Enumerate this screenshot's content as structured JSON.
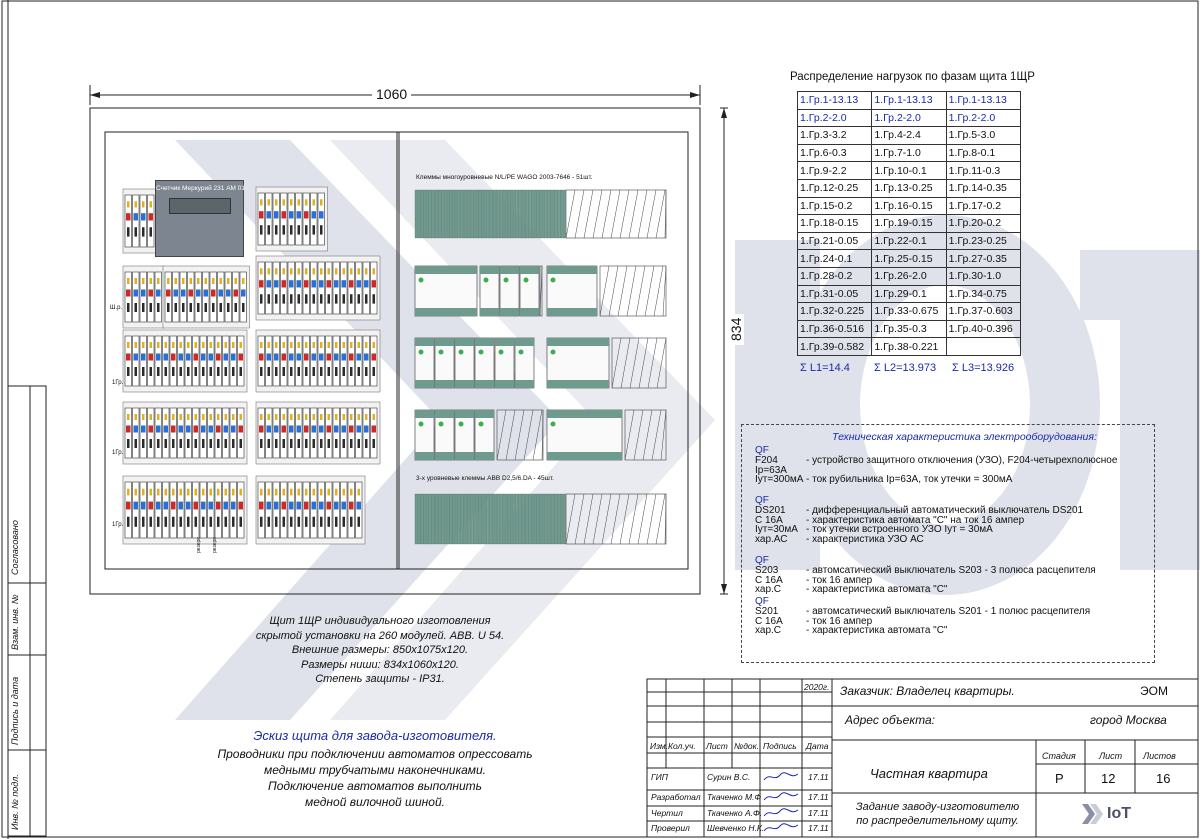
{
  "watermark_logo": "IoT",
  "dimensions": {
    "width_label": "1060",
    "height_label": "834"
  },
  "panel": {
    "meter_label": "Счетчик Меркурий 231 АМ 01",
    "terminal_top_label": "Клеммы многоуровневые N/L/PE WAGO 2003-7646 - 51шт.",
    "terminal_bottom_label": "3-х уровневые клеммы ABB D2,5/6.DA - 45шт.",
    "row_labels": [
      "Ш.р.",
      "1Гр.",
      "1Гр.",
      "1Гр."
    ],
    "reserve_label": "резерв"
  },
  "panel_description": [
    "Щит 1ЩР индивидуального изготовления",
    "скрытой установки на 260 модулей. ABB. U 54.",
    "Внешние размеры: 850х1075х120.",
    "Размеры ниши: 834х1060х120.",
    "Степень защиты - IP31."
  ],
  "note": {
    "title": "Эскиз щита для завода-изготовителя.",
    "lines": [
      "Проводники при подключении автоматов опрессовать",
      "медными трубчатыми наконечниками.",
      "Подключение автоматов выполнить",
      "медной вилочной шиной."
    ]
  },
  "load_table": {
    "title": "Распределение нагрузок по фазам щита 1ЩР",
    "rows": [
      [
        "1.Гр.1-13.13",
        "1.Гр.1-13.13",
        "1.Гр.1-13.13"
      ],
      [
        "1.Гр.2-2.0",
        "1.Гр.2-2.0",
        "1.Гр.2-2.0"
      ],
      [
        "1.Гр.3-3.2",
        "1.Гр.4-2.4",
        "1.Гр.5-3.0"
      ],
      [
        "1.Гр.6-0.3",
        "1.Гр.7-1.0",
        "1.Гр.8-0.1"
      ],
      [
        "1.Гр.9-2.2",
        "1.Гр.10-0.1",
        "1.Гр.11-0.3"
      ],
      [
        "1.Гр.12-0.25",
        "1.Гр.13-0.25",
        "1.Гр.14-0.35"
      ],
      [
        "1.Гр.15-0.2",
        "1.Гр.16-0.15",
        "1.Гр.17-0.2"
      ],
      [
        "1.Гр.18-0.15",
        "1.Гр.19-0.15",
        "1.Гр.20-0.2"
      ],
      [
        "1.Гр.21-0.05",
        "1.Гр.22-0.1",
        "1.Гр.23-0.25"
      ],
      [
        "1.Гр.24-0.1",
        "1.Гр.25-0.15",
        "1.Гр.27-0.35"
      ],
      [
        "1.Гр.28-0.2",
        "1.Гр.26-2.0",
        "1.Гр.30-1.0"
      ],
      [
        "1.Гр.31-0.05",
        "1.Гр.29-0.1",
        "1.Гр.34-0.75"
      ],
      [
        "1.Гр.32-0.225",
        "1.Гр.33-0.675",
        "1.Гр.37-0.603"
      ],
      [
        "1.Гр.36-0.516",
        "1.Гр.35-0.3",
        "1.Гр.40-0.396"
      ],
      [
        "1.Гр.39-0.582",
        "1.Гр.38-0.221",
        ""
      ]
    ],
    "sums": [
      "Σ L1=14.4",
      "Σ L2=13.973",
      "Σ L3=13.926"
    ]
  },
  "tech": {
    "title": "Техническая характеристика электрооборудования:",
    "groups": [
      {
        "codes": [
          "QF",
          "F204",
          "Ip=63A",
          "Iут=300мА"
        ],
        "descs": [
          "",
          "- устройство защитного отключения (УЗО), F204-четырехполюсное",
          "",
          "- ток рубильника Ip=63A, ток утечки = 300мА"
        ]
      },
      {
        "codes": [
          "QF",
          "DS201",
          "C 16A",
          "Iут=30мА",
          "хар.АС"
        ],
        "descs": [
          "",
          "- дифференциальный автоматический выключатель DS201",
          "- характеристика автомата \"С\"   на ток 16 ампер",
          "- ток утечки встроенного УЗО  Iут = 30мА",
          "- характеристика УЗО  АС"
        ]
      },
      {
        "codes": [
          "QF",
          "S203",
          "C 16A",
          "хар.С"
        ],
        "descs": [
          "",
          "- автомсатический выключатель S203 - 3 полюса расцепителя",
          "- ток 16 ампер",
          "- характеристика автомата \"С\""
        ]
      },
      {
        "codes": [
          "QF",
          "S201",
          "C 16A",
          "хар.С"
        ],
        "descs": [
          "",
          "- автомсатический выключатель S201 - 1 полюс расцепителя",
          "- ток 16 ампер",
          "- характеристика автомата \"С\""
        ]
      }
    ]
  },
  "left_strip": [
    "Согласовано",
    "Взам. инв. №",
    "Подпись и дата",
    "Инв. № подл."
  ],
  "stamp": {
    "year": "2020г.",
    "customer": "Заказчик:  Владелец квартиры.",
    "code": "ЭОМ",
    "address_label": "Адрес объекта:",
    "city": "город Москва",
    "headers": [
      "Изм.",
      "Кол.уч.",
      "Лист",
      "№док.",
      "Подпись",
      "Дата"
    ],
    "people": [
      {
        "role": "ГИП",
        "name": "Сурин В.С.",
        "date": "17.11"
      },
      {
        "role": "Разработал",
        "name": "Ткаченко М.Ф",
        "date": "17.11"
      },
      {
        "role": "Чертил",
        "name": "Ткаченко А.Ф.",
        "date": "17.11"
      },
      {
        "role": "Проверил",
        "name": "Шевченко Н.К.",
        "date": "17.11"
      }
    ],
    "object": "Частная квартира",
    "stage_header": "Стадия",
    "sheet_header": "Лист",
    "sheets_header": "Листов",
    "stage": "Р",
    "sheet": "12",
    "sheets": "16",
    "task_lines": [
      "Задание заводу-изготовителю",
      "по распределительному щиту."
    ],
    "logo": "IoT"
  },
  "colors": {
    "blue": "#1a2aa8",
    "watermark": "#c5cad8",
    "breaker_blue": "#2a6fd6",
    "breaker_red": "#cc2a2a",
    "terminal": "#6f9a8e"
  }
}
